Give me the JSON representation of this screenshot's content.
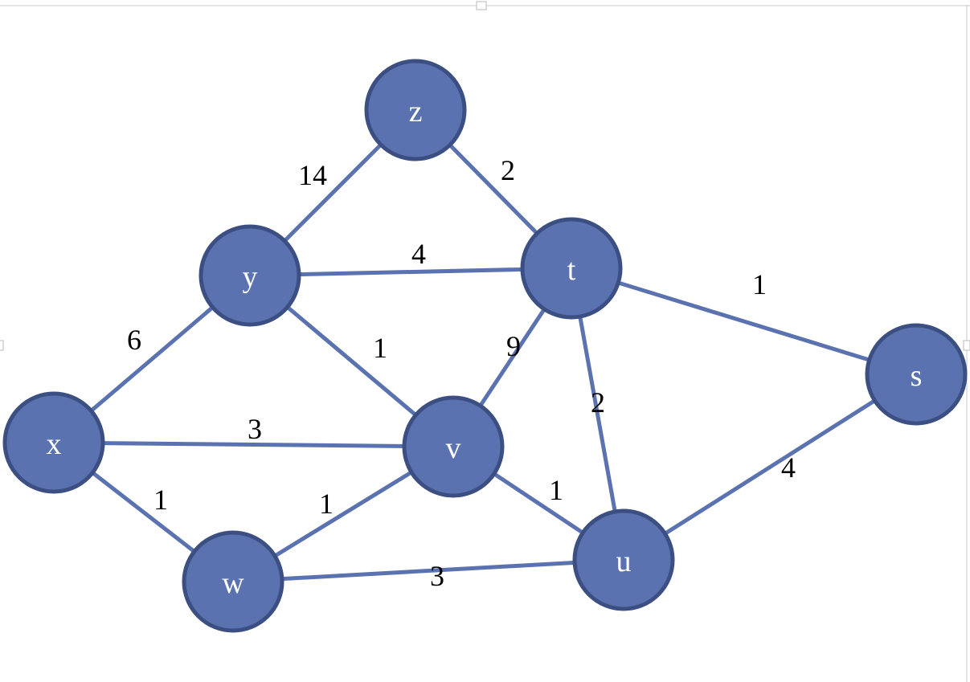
{
  "colors": {
    "node_fill": "#5b72b0",
    "node_stroke": "#3c4f82",
    "edge": "#5b72b0",
    "node_text": "#ffffff",
    "weight_text": "#000000"
  },
  "graph": {
    "nodes": [
      {
        "id": "z",
        "label": "z"
      },
      {
        "id": "y",
        "label": "y"
      },
      {
        "id": "t",
        "label": "t"
      },
      {
        "id": "s",
        "label": "s"
      },
      {
        "id": "x",
        "label": "x"
      },
      {
        "id": "v",
        "label": "v"
      },
      {
        "id": "w",
        "label": "w"
      },
      {
        "id": "u",
        "label": "u"
      }
    ],
    "edges": [
      {
        "from": "y",
        "to": "z",
        "weight": "14"
      },
      {
        "from": "z",
        "to": "t",
        "weight": "2"
      },
      {
        "from": "y",
        "to": "t",
        "weight": "4"
      },
      {
        "from": "t",
        "to": "s",
        "weight": "1"
      },
      {
        "from": "x",
        "to": "y",
        "weight": "6"
      },
      {
        "from": "y",
        "to": "v",
        "weight": "1"
      },
      {
        "from": "v",
        "to": "t",
        "weight": "9"
      },
      {
        "from": "t",
        "to": "u",
        "weight": "2"
      },
      {
        "from": "x",
        "to": "v",
        "weight": "3"
      },
      {
        "from": "x",
        "to": "w",
        "weight": "1"
      },
      {
        "from": "w",
        "to": "v",
        "weight": "1"
      },
      {
        "from": "v",
        "to": "u",
        "weight": "1"
      },
      {
        "from": "w",
        "to": "u",
        "weight": "3"
      },
      {
        "from": "u",
        "to": "s",
        "weight": "4"
      }
    ]
  }
}
